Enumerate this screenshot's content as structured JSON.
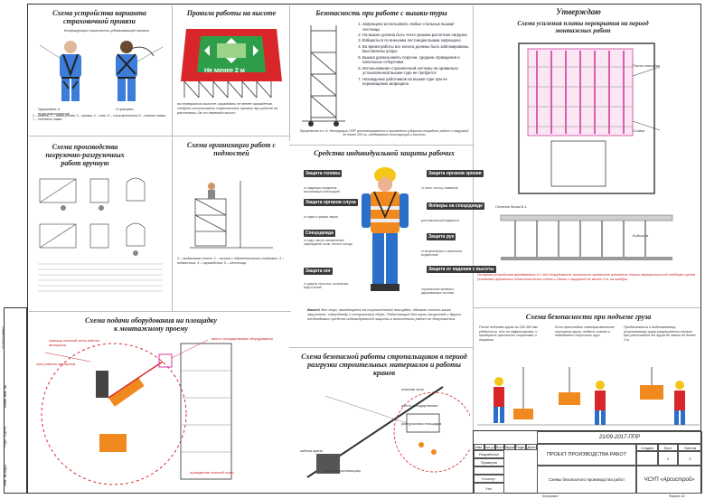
{
  "colors": {
    "red": "#d9262a",
    "green": "#2e9e4a",
    "magenta": "#d43aa0",
    "orange": "#f08a1e",
    "blue": "#2a6fc9"
  },
  "sections": {
    "harness": {
      "title": "Схема устройства варианта страховочной привязи",
      "config_label": "Конфигурация страховочно-удерживающей привязи",
      "front_label": "Удержание и позиционирование",
      "back_label": "Страховка",
      "legend": "1 – ремень; 2 – лямки ремня; 3 – пряжки; 4 – пояс; 5 – точки крепления; 6 – ножные лямки; 7 – плечевые лямки"
    },
    "height_rules": {
      "title": "Правила работы на высоте",
      "banner": "Не менее 2 м",
      "caption": "на перекрытии высоте, ограждать не менее ограждения, следует использовать страховочные привязи при работе на расстоянии 2м от перепада высот"
    },
    "tower": {
      "title": "Безопасность при работе с вышки-туры",
      "rules": [
        "Запрещено использовать любые стальные вышки/лестницы",
        "На вышке должна быть четко указана расчетная нагрузка",
        "Взбираться по внешним лестницам вышки запрещено",
        "Во время работы все колеса должны быть заблокированы. Выставлены упоры",
        "Вышка должна иметь поручни, средние ограждения и напольные отбортовки",
        "Использование страховочной системы на правильно установленной вышке-туре не требуется",
        "Нахождение работников на вышке-туре при ее перемещении запрещено"
      ],
      "note": "Применение в п. 6. Инструкции ППР рассматривается в применении уборочно-пощадных работ с нагрузкой не более 200 кг, поддержание конструкций и высоты"
    },
    "approved": "Утверждаю",
    "slab": {
      "title": "Схема усиления плиты перекрытия на период монтажных работ",
      "labels": [
        "Плита опалубки",
        "Стойки",
        "Балки",
        "Сечение балки Б.1",
        "Бобышки"
      ],
      "note": "На время устройства фундамента 9.1 под оборудование, выполнить временное крепление плиты перекрытия под подборке путем установки временных телескопических стоек и балок с нагрузкой не менее 4 т. на каждую."
    },
    "cargo_manual": {
      "title": "Схема производства погрузочно-разгрузочных работ вручную"
    },
    "ladder": {
      "title": "Схема организации работ с подмостей",
      "caption": "1 – выдвижная стена; 2 – вышка с обязательными стойками; 3 – подмостья; 4 – ограждения; 5 – лестница"
    },
    "ppe": {
      "title": "Средства индивидуальной защиты рабочих",
      "left": [
        {
          "name": "Защита головы",
          "desc": "от падающих предметов, выступающих конструкций"
        },
        {
          "name": "Защита органов слуха",
          "desc": "от шума и громких звуков"
        },
        {
          "name": "Спецодежда",
          "desc": "от воды, масла, механических повреждений, пыли, тепла и холода"
        },
        {
          "name": "Защита ног",
          "desc": "от ударов, проколов, скольжения, воды и масел"
        }
      ],
      "right": [
        {
          "name": "Защита органов зрения",
          "desc": "от пыли, частиц, химикатов"
        },
        {
          "name": "Флікеры на спецодежде",
          "desc": "для повышенной видимости"
        },
        {
          "name": "Защита рук",
          "desc": "от механических и химических воздействий"
        },
        {
          "name": "Защита от падения с высоты",
          "desc": "страховочные привязи и удерживающие системы"
        }
      ],
      "warning_head": "Важно!",
      "warning": "Все лица, находящиеся на строительной площадке, обязаны носить каски защитные, спецодежду и специальную обувь. Работающий без каски защитной и других необходимых средств индивидуальной защиты к выполнению работ не допускается."
    },
    "delivery": {
      "title": "Схема подачи оборудования на площадку к монтажному проему",
      "labels": [
        "граница опасной зоны работы автокрана",
        "зона работы автокрана",
        "место складирования оборудования",
        "граница опасной зоны",
        "ограждение опасной зоны"
      ]
    },
    "slinging": {
      "title": "Схема безопасной работы стропальщиков в период разгрузки строительных материалов и работы кранов",
      "labels": [
        "опасная зона",
        "место складирования",
        "разгрузочная площадка",
        "кабина крана",
        "место стропальщика",
        "граница опасной зоны"
      ]
    },
    "lifting": {
      "title": "Схема безопасности при подъеме груза",
      "steps": [
        "После подъема груза на 200-300 мм убедиться, что он зафиксирован, и проверить прочность строповки и тормоза",
        "Если происходит самопроизвольное опускание груза, подать сигнал и немедленно опустить груз",
        "Приближаться к поднимаемому (опускаемому) грузу разрешается только при расстоянии от груза до земли не более 1 м"
      ]
    },
    "stamp": {
      "doc_code": "21/09-2017-ППР",
      "project": "ПРОЕКТ ПРОИЗВОДСТВА РАБОТ",
      "sheet_title": "Схемы безопасного производства работ",
      "company": "ЧСУП «Арсистрой»",
      "stage_h": "Стадия",
      "sheet_h": "Лист",
      "sheets_h": "Листов",
      "stage": "",
      "sheet": "2",
      "sheets": "2",
      "format": "Формат А2",
      "copied": "Копировал",
      "rows": [
        "Изм.",
        "Кол.уч.",
        "Лист",
        "№док.",
        "Подп.",
        "Дата"
      ],
      "roles": [
        "Разработал",
        "Проверил",
        "",
        "Н.контр.",
        "Утв."
      ]
    },
    "left_strip": [
      "Согласовано",
      "Взам. инв. №",
      "Подп. и дата",
      "Инв. № подл."
    ]
  }
}
